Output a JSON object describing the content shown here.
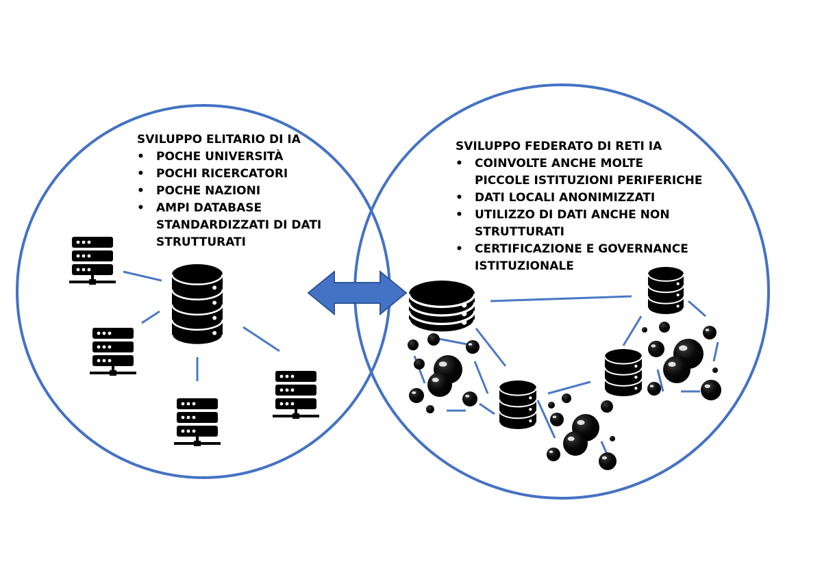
{
  "left_panel": {
    "title": "SVILUPPO ELITARIO DI IA",
    "items": [
      [
        "POCHE UNIVERSITÀ"
      ],
      [
        "POCHI RICERCATORI"
      ],
      [
        "POCHE NAZIONI"
      ],
      [
        "AMPI DATABASE",
        "STANDARDIZZATI DI DATI",
        "STRUTTURATI"
      ]
    ]
  },
  "right_panel": {
    "title": "SVILUPPO FEDERATO DI RETI IA",
    "items": [
      [
        "COINVOLTE ANCHE MOLTE",
        "PICCOLE ISTITUZIONI PERIFERICHE"
      ],
      [
        "DATI LOCALI ANONIMIZZATI"
      ],
      [
        "UTILIZZO DI DATI ANCHE NON",
        "STRUTTURATI"
      ],
      [
        "CERTIFICAZIONE E GOVERNANCE",
        "ISTITUZIONALE"
      ]
    ]
  },
  "icons": {
    "central_database": "database-icon",
    "server": "server-icon",
    "node": "data-node-icon",
    "exchange_arrow": "double-arrow-icon"
  },
  "colors": {
    "circle_stroke": "#4472c4",
    "arrow_fill": "#4472c4",
    "connector": "#4a78c4",
    "icon": "#000000"
  }
}
